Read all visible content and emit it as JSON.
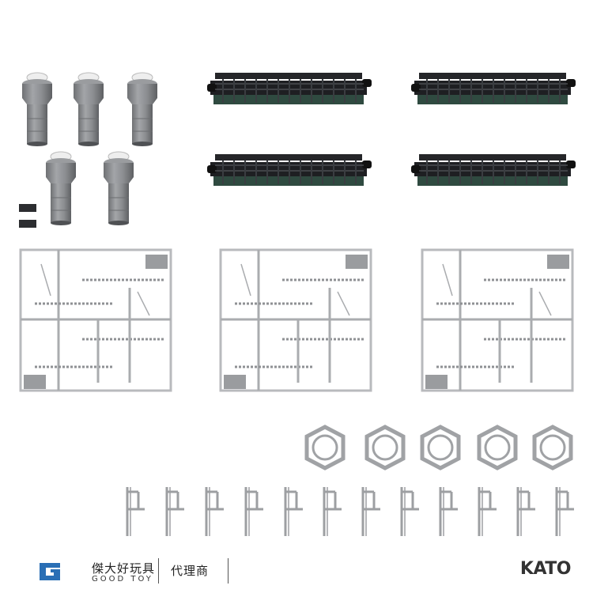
{
  "footer": {
    "distributor_name_cn": "傑大好玩具",
    "distributor_name_en": "GOOD TOY",
    "agent_label": "代理商",
    "brand_logo": "KATO"
  },
  "icons": {
    "distributor": "good-toy-logo-icon",
    "brand": "kato-logo-icon"
  },
  "colors": {
    "pier_gray": "#8e9093",
    "bridge_black": "#1e1f22",
    "bridge_green_base": "#2f4a40",
    "sprue_gray": "#b8babd",
    "logo_blue": "#2a6fb5",
    "kato_accent": "#d8232a"
  }
}
